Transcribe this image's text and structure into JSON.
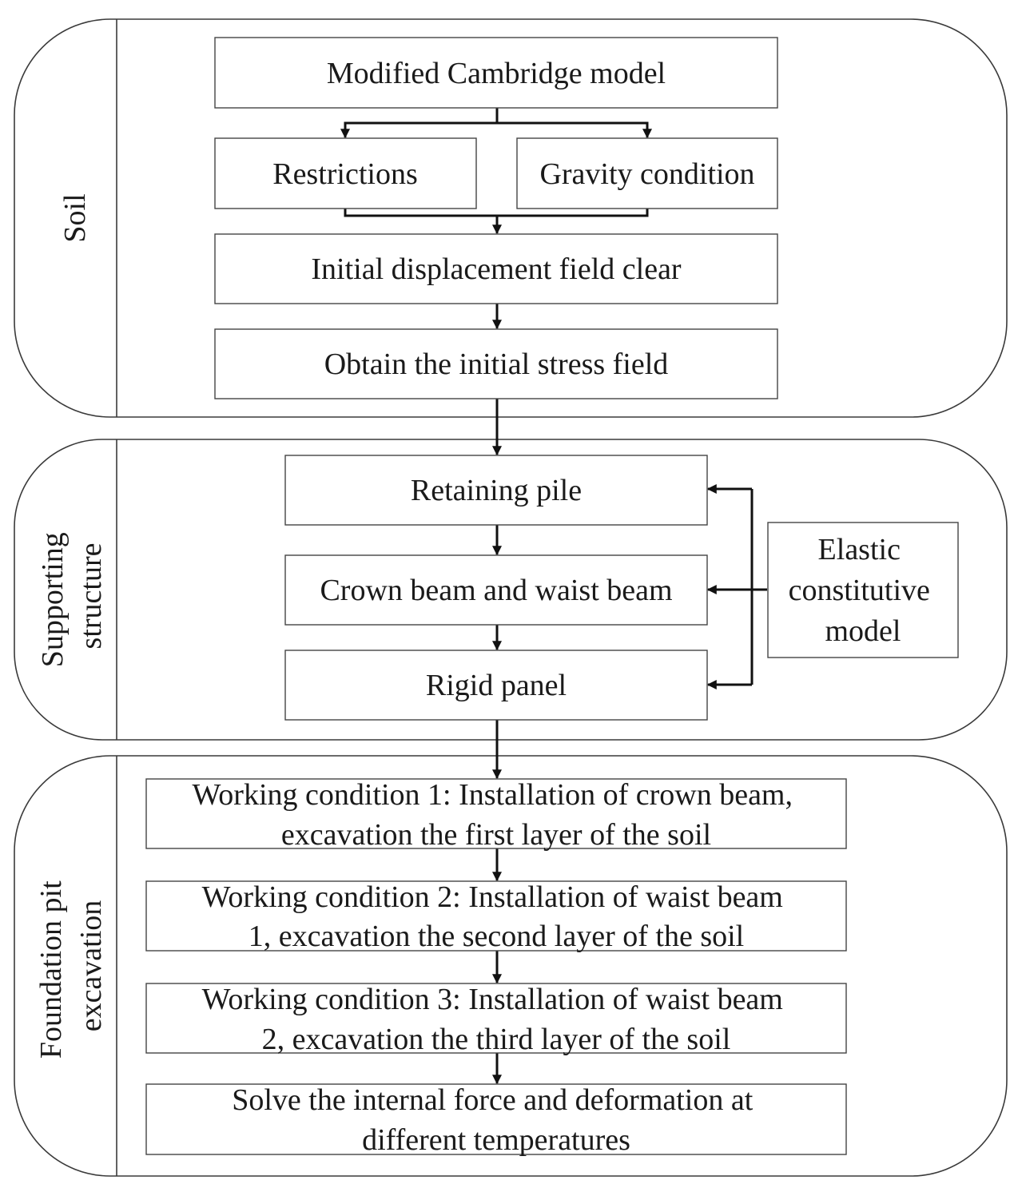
{
  "sections": {
    "soil": [
      "Soil"
    ],
    "supporting": [
      "Supporting",
      "structure"
    ],
    "excavation": [
      "Foundation pit",
      "excavation"
    ]
  },
  "boxes": {
    "modified_cambridge": [
      "Modified Cambridge model"
    ],
    "restrictions": [
      "Restrictions"
    ],
    "gravity": [
      "Gravity condition"
    ],
    "initial_displacement": [
      "Initial displacement field clear"
    ],
    "initial_stress": [
      "Obtain the initial stress field"
    ],
    "retaining_pile": [
      "Retaining pile"
    ],
    "crown_waist_beam": [
      "Crown beam and waist beam"
    ],
    "rigid_panel": [
      "Rigid panel"
    ],
    "elastic_model": [
      "Elastic",
      "constitutive",
      "model"
    ],
    "working_1": [
      "Working condition 1: Installation of crown beam,",
      "excavation the first layer of the soil"
    ],
    "working_2": [
      "Working condition 2: Installation of waist beam",
      "1, excavation the second layer of the soil"
    ],
    "working_3": [
      "Working condition 3: Installation of waist beam",
      "2, excavation the third layer of the soil"
    ],
    "solve": [
      "Solve the internal force and deformation at",
      "different temperatures"
    ]
  }
}
